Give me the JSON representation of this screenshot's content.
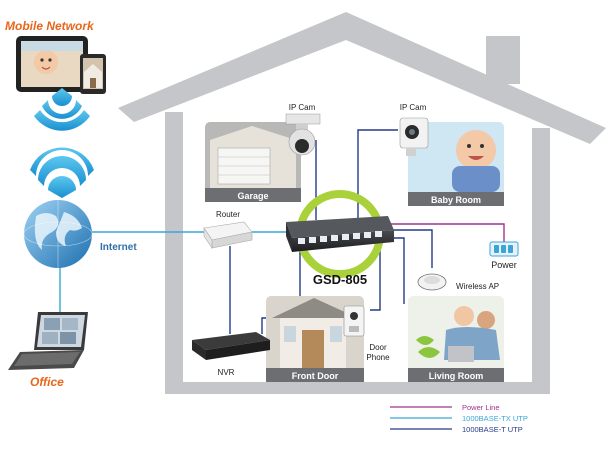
{
  "labels": {
    "mobile_network": "Mobile Network",
    "office": "Office",
    "internet": "Internet",
    "router": "Router",
    "nvr": "NVR",
    "ip_cam_left": "IP Cam",
    "ip_cam_right": "IP Cam",
    "garage": "Garage",
    "baby_room": "Baby Room",
    "switch_model": "GSD-805",
    "power": "Power",
    "wireless_ap": "Wireless AP",
    "door_phone_line1": "Door",
    "door_phone_line2": "Phone",
    "front_door": "Front Door",
    "living_room": "Living Room"
  },
  "legend": [
    {
      "label": "Power Line",
      "color": "#a0338f"
    },
    {
      "label": "1000BASE-TX UTP",
      "color": "#3aa6d8"
    },
    {
      "label": "1000BASE-T UTP",
      "color": "#253a8c"
    }
  ],
  "colors": {
    "accent_orange": "#e8661c",
    "internet_blue": "#2f6fa8",
    "house_gray": "#c4c6c9",
    "switch_ring": "#a9d13a",
    "caption_bg": "#6d6e71"
  },
  "icons": [
    "tablet-icon",
    "phone-icon",
    "wifi-icon",
    "globe-icon",
    "laptop-icon",
    "router-icon",
    "nvr-icon",
    "ip-camera-icon",
    "switch-icon",
    "power-outlet-icon",
    "access-point-icon",
    "door-phone-icon"
  ]
}
